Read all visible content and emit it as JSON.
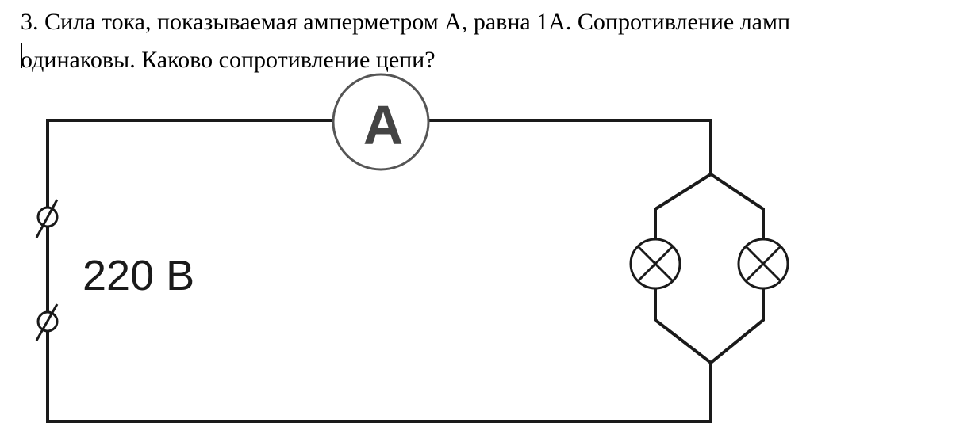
{
  "problem": {
    "line1": "3. Сила тока, показываемая амперметром А, равна 1А. Сопротивление ламп",
    "line2": "одинаковы. Каково сопротивление цепи?"
  },
  "diagram": {
    "ammeter_label": "A",
    "voltage_label": "220 В",
    "lamp_count": 2
  }
}
